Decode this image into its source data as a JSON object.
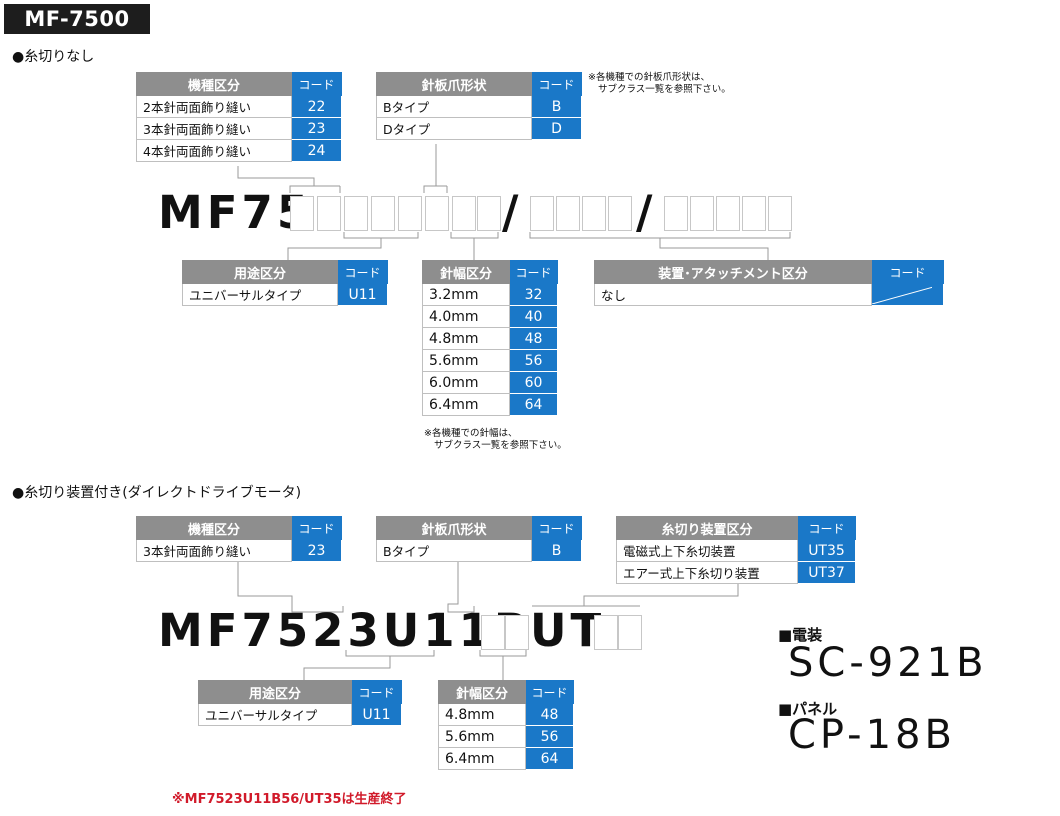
{
  "title": "MF-7500",
  "section1": {
    "heading": "●糸切りなし",
    "model_prefix": "MF75",
    "slash": "/",
    "machine_table": {
      "header": "機種区分",
      "code_header": "コード",
      "rows": [
        {
          "label": "2本針両面飾り縫い",
          "code": "22"
        },
        {
          "label": "3本針両面飾り縫い",
          "code": "23"
        },
        {
          "label": "4本針両面飾り縫い",
          "code": "24"
        }
      ]
    },
    "plate_table": {
      "header": "針板爪形状",
      "code_header": "コード",
      "rows": [
        {
          "label": "Bタイプ",
          "code": "B"
        },
        {
          "label": "Dタイプ",
          "code": "D"
        }
      ]
    },
    "plate_note": [
      "※各機種での針板爪形状は、",
      "サブクラス一覧を参照下さい。"
    ],
    "use_table": {
      "header": "用途区分",
      "code_header": "コード",
      "rows": [
        {
          "label": "ユニバーサルタイプ",
          "code": "U11"
        }
      ]
    },
    "gauge_table": {
      "header": "針幅区分",
      "code_header": "コード",
      "rows": [
        {
          "label": "3.2mm",
          "code": "32"
        },
        {
          "label": "4.0mm",
          "code": "40"
        },
        {
          "label": "4.8mm",
          "code": "48"
        },
        {
          "label": "5.6mm",
          "code": "56"
        },
        {
          "label": "6.0mm",
          "code": "60"
        },
        {
          "label": "6.4mm",
          "code": "64"
        }
      ]
    },
    "gauge_note": [
      "※各機種での針幅は、",
      "サブクラス一覧を参照下さい。"
    ],
    "device_table": {
      "header": "装置･アタッチメント区分",
      "code_header": "コード",
      "rows": [
        {
          "label": "なし",
          "code": ""
        }
      ]
    }
  },
  "section2": {
    "heading": "●糸切り装置付き(ダイレクトドライブモータ)",
    "model_parts": {
      "a": "MF7523U11B",
      "b": "UT"
    },
    "machine_table": {
      "header": "機種区分",
      "code_header": "コード",
      "rows": [
        {
          "label": "3本針両面飾り縫い",
          "code": "23"
        }
      ]
    },
    "plate_table": {
      "header": "針板爪形状",
      "code_header": "コード",
      "rows": [
        {
          "label": "Bタイプ",
          "code": "B"
        }
      ]
    },
    "trimmer_table": {
      "header": "糸切り装置区分",
      "code_header": "コード",
      "rows": [
        {
          "label": "電磁式上下糸切装置",
          "code": "UT35"
        },
        {
          "label": "エアー式上下糸切り装置",
          "code": "UT37"
        }
      ]
    },
    "use_table": {
      "header": "用途区分",
      "code_header": "コード",
      "rows": [
        {
          "label": "ユニバーサルタイプ",
          "code": "U11"
        }
      ]
    },
    "gauge_table": {
      "header": "針幅区分",
      "code_header": "コード",
      "rows": [
        {
          "label": "4.8mm",
          "code": "48"
        },
        {
          "label": "5.6mm",
          "code": "56"
        },
        {
          "label": "6.4mm",
          "code": "64"
        }
      ]
    },
    "end_note": "※MF7523U11B56/UT35は生産終了"
  },
  "specs": {
    "electrical_label": "■電装",
    "electrical_model": "SC-921B",
    "panel_label": "■パネル",
    "panel_model": "CP-18B"
  },
  "colors": {
    "code_blue": "#1a78c8",
    "header_gray": "#8e8e8e",
    "note_red": "#d11a2a"
  }
}
